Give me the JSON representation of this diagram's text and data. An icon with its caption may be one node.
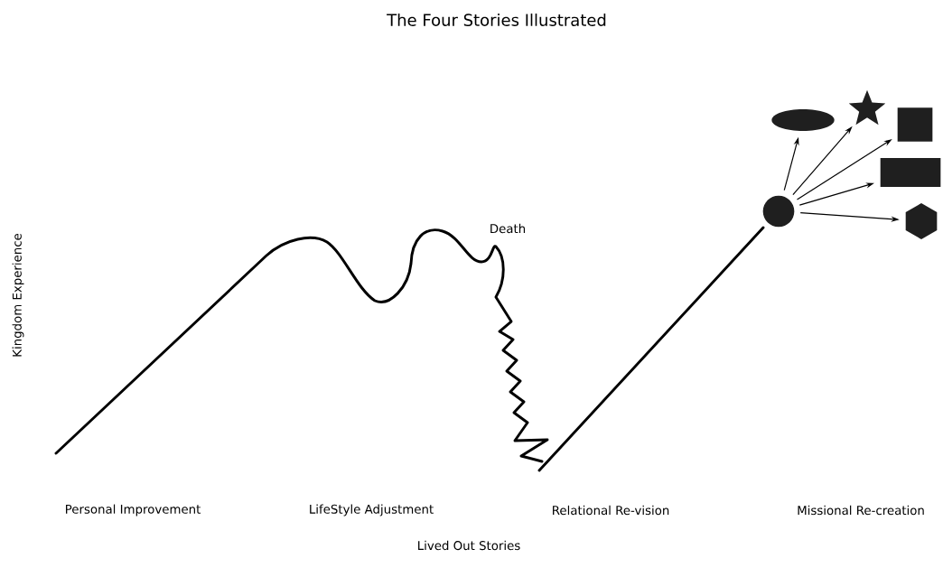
{
  "diagram": {
    "title": "The Four Stories Illustrated",
    "nodes": [
      {
        "text": [],
        "shape": "circle"
      },
      {
        "text": [],
        "shape": "ellipse"
      },
      {
        "text": [],
        "shape": "star"
      },
      {
        "text": [],
        "shape": "box"
      },
      {
        "text": [],
        "shape": "bar"
      },
      {
        "text": [],
        "shape": "hexagon"
      }
    ],
    "edges": [
      {
        "from": 0,
        "to": 1,
        "arrow": "to"
      },
      {
        "from": 0,
        "to": 2,
        "arrow": "to"
      },
      {
        "from": 0,
        "to": 3,
        "arrow": "to"
      },
      {
        "from": 0,
        "to": 4,
        "arrow": "to"
      },
      {
        "from": 0,
        "to": 5,
        "arrow": "to"
      }
    ],
    "labels": [
      "Death",
      "Kingdom Experience",
      "Personal Improvement",
      "LifeStyle Adjustment",
      "Relational Re-vision",
      "Missional Re-creation",
      "Lived Out Stories"
    ]
  }
}
